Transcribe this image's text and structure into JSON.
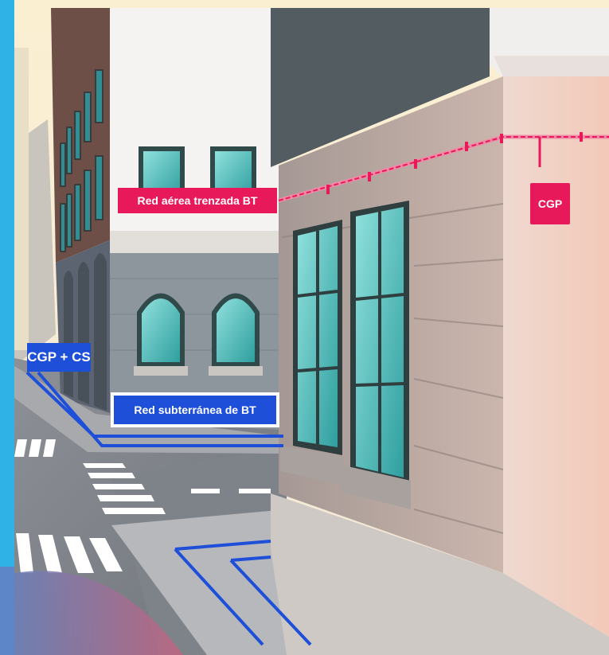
{
  "labels": {
    "aerial_network": "Red aérea trenzada  BT",
    "cgp_cs": "CGP + CS",
    "underground_network": "Red subterránea de BT",
    "cgp": "CGP"
  },
  "colors": {
    "aerial_red": "#e8195a",
    "underground_blue": "#1e4fd8",
    "left_strip_blue": "#2fb3e6",
    "facade_pink": "#eec9bd",
    "facade_grey": "#8c949c",
    "window_teal": "#3fb4b0"
  }
}
